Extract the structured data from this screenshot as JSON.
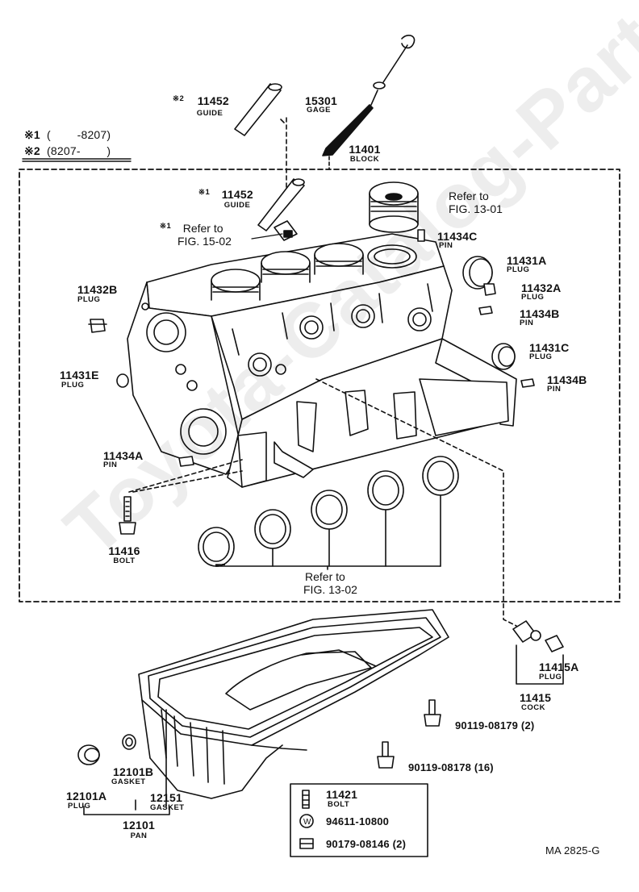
{
  "legend": {
    "row1_mark": "※1",
    "row1_text": "(        -8207)",
    "row2_mark": "※2",
    "row2_text": "(8207-        )"
  },
  "parts": {
    "guide_top": {
      "mark": "※2",
      "number": "11452",
      "name": "GUIDE"
    },
    "gage": {
      "number": "15301",
      "name": "GAGE"
    },
    "block": {
      "number": "11401",
      "name": "BLOCK"
    },
    "guide_inner": {
      "mark": "※1",
      "number": "11452",
      "name": "GUIDE"
    },
    "refer_15_02": {
      "mark": "※1",
      "line1": "Refer to",
      "line2": "FIG. 15-02"
    },
    "refer_13_01": {
      "line1": "Refer to",
      "line2": "FIG. 13-01"
    },
    "pin_11434c": {
      "number": "11434C",
      "name": "PIN"
    },
    "plug_11431a": {
      "number": "11431A",
      "name": "PLUG"
    },
    "plug_11432a": {
      "number": "11432A",
      "name": "PLUG"
    },
    "pin_11434b_1": {
      "number": "11434B",
      "name": "PIN"
    },
    "plug_11431c": {
      "number": "11431C",
      "name": "PLUG"
    },
    "pin_11434b_2": {
      "number": "11434B",
      "name": "PIN"
    },
    "plug_11432b": {
      "number": "11432B",
      "name": "PLUG"
    },
    "plug_11431e": {
      "number": "11431E",
      "name": "PLUG"
    },
    "pin_11434a": {
      "number": "11434A",
      "name": "PIN"
    },
    "bolt_11416": {
      "number": "11416",
      "name": "BOLT"
    },
    "refer_13_02": {
      "line1": "Refer to",
      "line2": "FIG. 13-02"
    },
    "plug_11415a": {
      "number": "11415A",
      "name": "PLUG"
    },
    "cock_11415": {
      "number": "11415",
      "name": "COCK"
    },
    "bolt_90119_08179": {
      "text": "90119-08179 (2)"
    },
    "bolt_90119_08178": {
      "text": "90119-08178 (16)"
    },
    "gasket_12101b": {
      "number": "12101B",
      "name": "GASKET"
    },
    "plug_12101a": {
      "number": "12101A",
      "name": "PLUG"
    },
    "gasket_12151": {
      "number": "12151",
      "name": "GASKET"
    },
    "pan_12101": {
      "number": "12101",
      "name": "PAN"
    },
    "kit_bolt_11421": {
      "number": "11421",
      "name": "BOLT"
    },
    "kit_washer": {
      "text": "94611-10800"
    },
    "kit_nut": {
      "text": "90179-08146 (2)"
    }
  },
  "figure_code": "MA 2825-G",
  "watermark": "Toyota-Catalog-Parts.ru"
}
